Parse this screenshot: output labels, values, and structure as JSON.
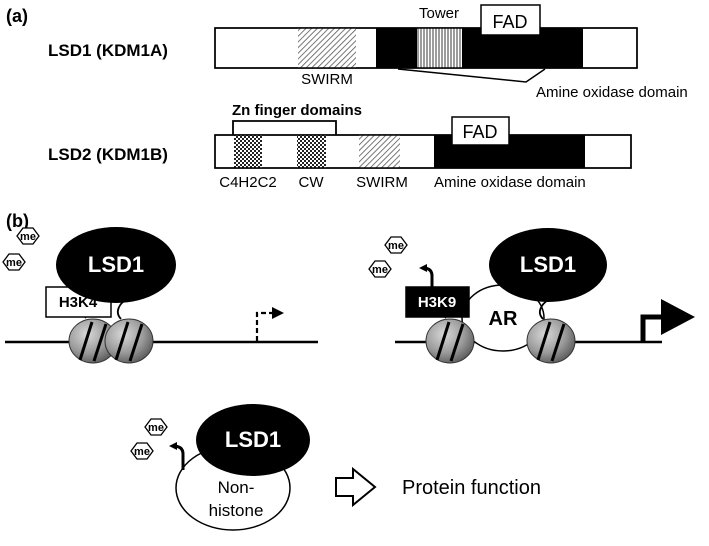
{
  "panel_a": {
    "label": "(a)",
    "lsd1": {
      "name": "LSD1 (KDM1A)",
      "swirm_label": "SWIRM",
      "tower_label": "Tower",
      "fad_label": "FAD",
      "amine_label": "Amine oxidase domain"
    },
    "lsd2": {
      "name": "LSD2 (KDM1B)",
      "zn_label": "Zn finger domains",
      "c4h2c2_label": "C4H2C2",
      "cw_label": "CW",
      "swirm_label": "SWIRM",
      "fad_label": "FAD",
      "amine_label": "Amine oxidase domain"
    }
  },
  "panel_b": {
    "label": "(b)",
    "methyl_label": "me",
    "left": {
      "enzyme": "LSD1",
      "mark": "H3K4"
    },
    "right": {
      "enzyme": "LSD1",
      "mark": "H3K9",
      "partner": "AR"
    },
    "bottom": {
      "enzyme": "LSD1",
      "substrate_line1": "Non-",
      "substrate_line2": "histone",
      "outcome": "Protein function"
    }
  },
  "colors": {
    "domain_fill": "#000000",
    "background": "#ffffff",
    "nucleosome": "#8c8c8c"
  }
}
